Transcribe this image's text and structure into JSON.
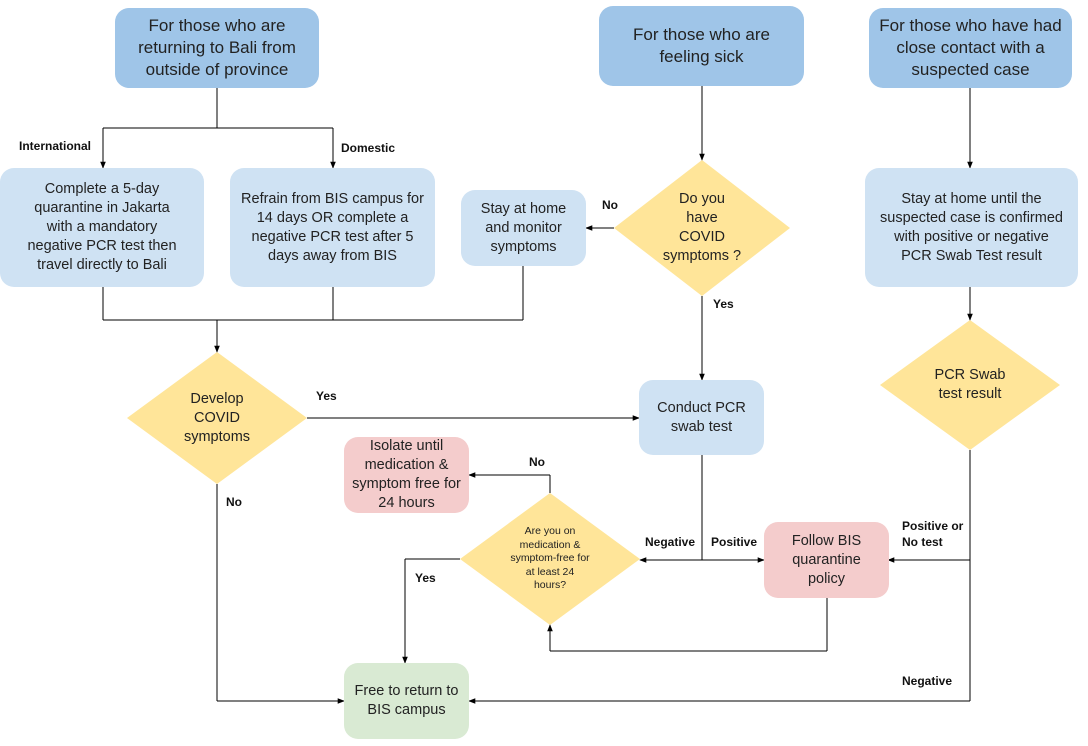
{
  "nodes": {
    "returning": "For those who are returning to Bali from outside of province",
    "sick": "For those who are feeling sick",
    "contact": "For those who have had close contact with a suspected case",
    "intl_quarantine": "Complete a 5-day quarantine in Jakarta with a mandatory negative PCR test then travel directly to Bali",
    "domestic_refrain": "Refrain from BIS campus for 14 days OR complete a negative PCR test after 5 days away from BIS",
    "stay_monitor": "Stay at home and monitor symptoms",
    "have_symptoms": "Do you have COVID symptoms ?",
    "stay_until": "Stay at home until the suspected case is confirmed with positive or negative PCR Swab Test result",
    "develop_symptoms": "Develop COVID symptoms",
    "conduct_pcr": "Conduct PCR swab test",
    "pcr_result": "PCR Swab test result",
    "isolate": "Isolate until medication & symptom free for 24 hours",
    "on_medication": "Are you on medication & symptom-free for at least 24 hours?",
    "follow_policy": "Follow BIS quarantine policy",
    "free_return": "Free to return to BIS campus"
  },
  "edge_labels": {
    "international": "International",
    "domestic": "Domestic",
    "no_symptoms": "No",
    "yes_symptoms": "Yes",
    "develop_yes": "Yes",
    "develop_no": "No",
    "med_no": "No",
    "med_yes": "Yes",
    "negative": "Negative",
    "positive": "Positive",
    "positive_or_no_test": "Positive or No test",
    "contact_negative": "Negative"
  },
  "colors": {
    "start": "#9fc5e8",
    "process": "#cfe2f3",
    "decision": "#ffe599",
    "alert": "#f4cccc",
    "success": "#d9ead3",
    "line": "#000000"
  }
}
